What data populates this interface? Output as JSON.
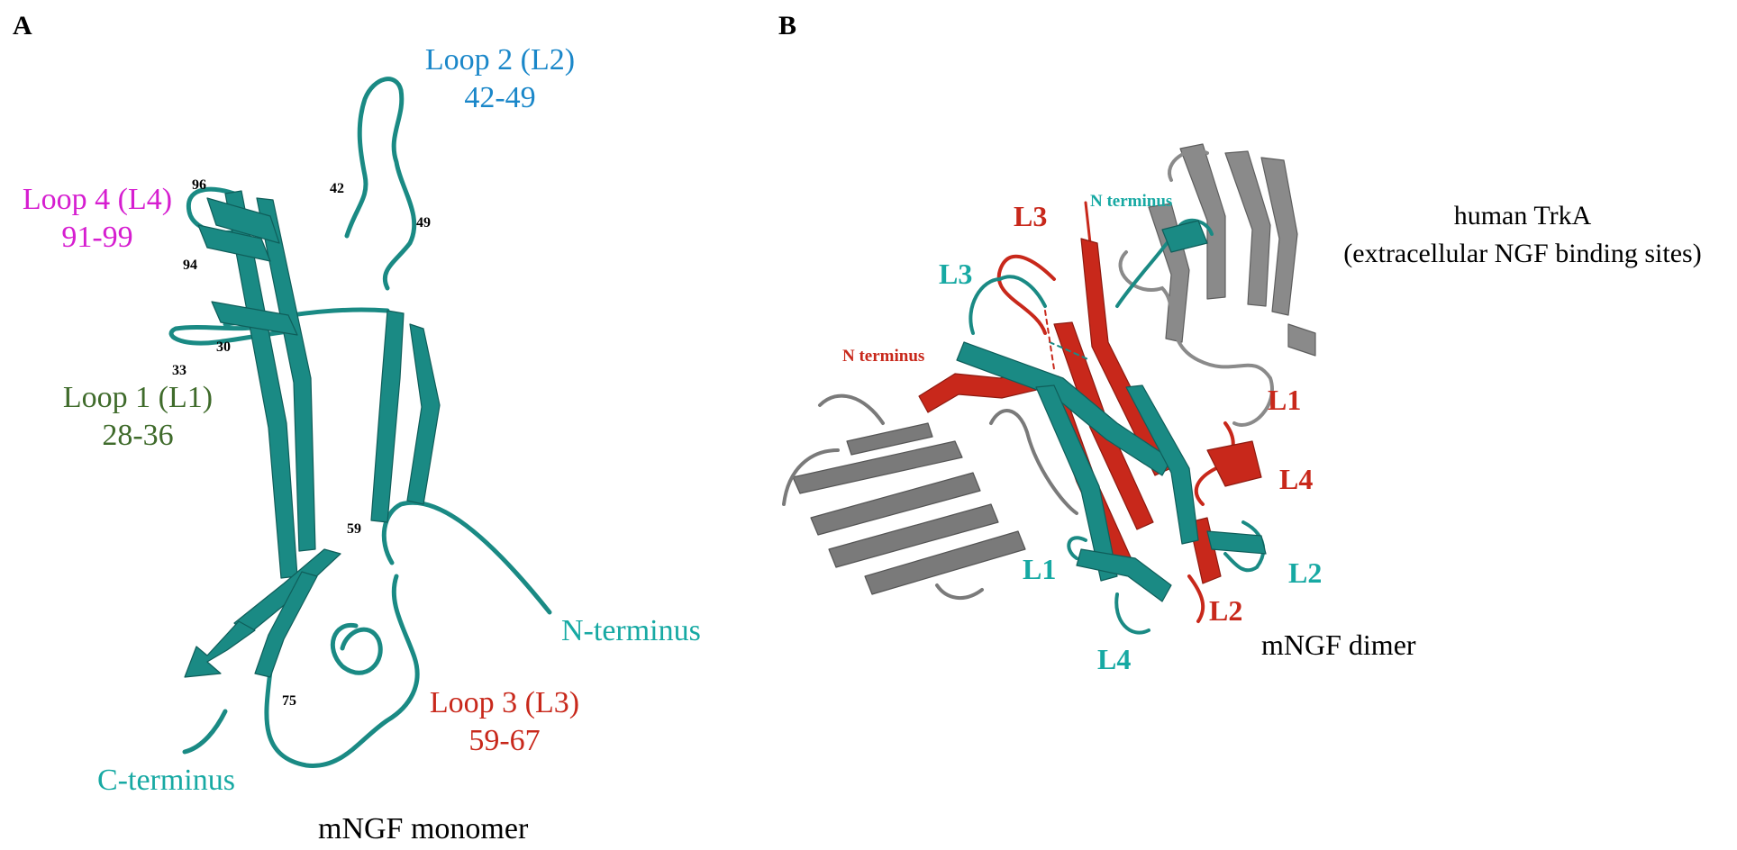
{
  "panel_a": {
    "letter": "A",
    "loop2": {
      "name": "Loop 2 (L2)",
      "range": "42-49"
    },
    "loop4": {
      "name": "Loop 4 (L4)",
      "range": "91-99"
    },
    "loop1": {
      "name": "Loop 1 (L1)",
      "range": "28-36"
    },
    "loop3": {
      "name": "Loop 3 (L3)",
      "range": "59-67"
    },
    "n_terminus": "N-terminus",
    "c_terminus": "C-terminus",
    "caption": "mNGF monomer",
    "residues": {
      "r96": "96",
      "r94": "94",
      "r42": "42",
      "r49": "49",
      "r30": "30",
      "r33": "33",
      "r59": "59",
      "r75": "75"
    }
  },
  "panel_b": {
    "letter": "B",
    "trka_line1": "human TrkA",
    "trka_line2": "(extracellular NGF binding sites)",
    "caption": "mNGF dimer",
    "n_terminus_teal": "N terminus",
    "n_terminus_red": "N terminus",
    "red_labels": {
      "l3": "L3",
      "l1": "L1",
      "l4": "L4",
      "l2": "L2"
    },
    "teal_labels": {
      "l3": "L3",
      "l1": "L1",
      "l2": "L2",
      "l4": "L4"
    }
  },
  "colors": {
    "teal": "#1a8a84",
    "teal_text": "#17a9a3",
    "loop2_blue": "#1a87c9",
    "loop4_magenta": "#d61ed0",
    "loop1_green": "#3f6b2b",
    "red": "#c8281b",
    "grey": "#7a7a7a"
  }
}
